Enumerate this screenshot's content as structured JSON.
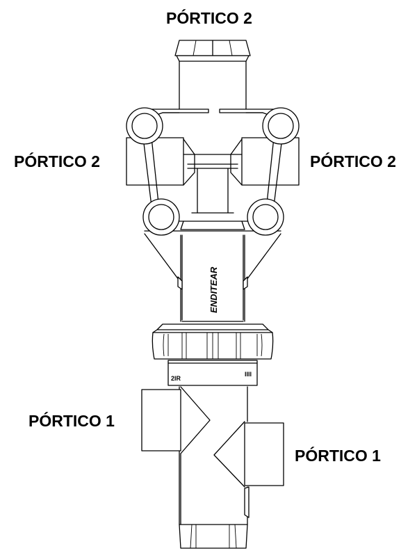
{
  "labels": {
    "top_port": "PÓRTICO 2",
    "left_port_2": "PÓRTICO 2",
    "right_port_2": "PÓRTICO 2",
    "left_port_1": "PÓRTICO 1",
    "right_port_1": "PÓRTICO 1"
  },
  "markings": {
    "brand": "ENDITEAR",
    "ring_mark_left": "2IR",
    "ring_mark_right": "IIII"
  }
}
